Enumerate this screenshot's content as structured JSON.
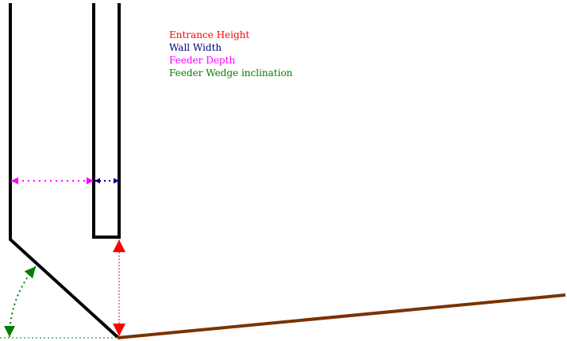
{
  "legend": [
    {
      "key": "entrance_height",
      "label": "Entrance Height",
      "color": "#ff0000"
    },
    {
      "key": "wall_width",
      "label": "Wall Width",
      "color": "#000080"
    },
    {
      "key": "feeder_depth",
      "label": "Feeder Depth",
      "color": "#ff00ff"
    },
    {
      "key": "feeder_wedge_inclination",
      "label": "Feeder Wedge inclination",
      "color": "#008000"
    }
  ],
  "colors": {
    "outline": "#000000",
    "floor": "#7a3300",
    "entrance_height": "#ff0000",
    "wall_width": "#000080",
    "feeder_depth": "#ff00ff",
    "feeder_wedge_inclination": "#008000"
  }
}
